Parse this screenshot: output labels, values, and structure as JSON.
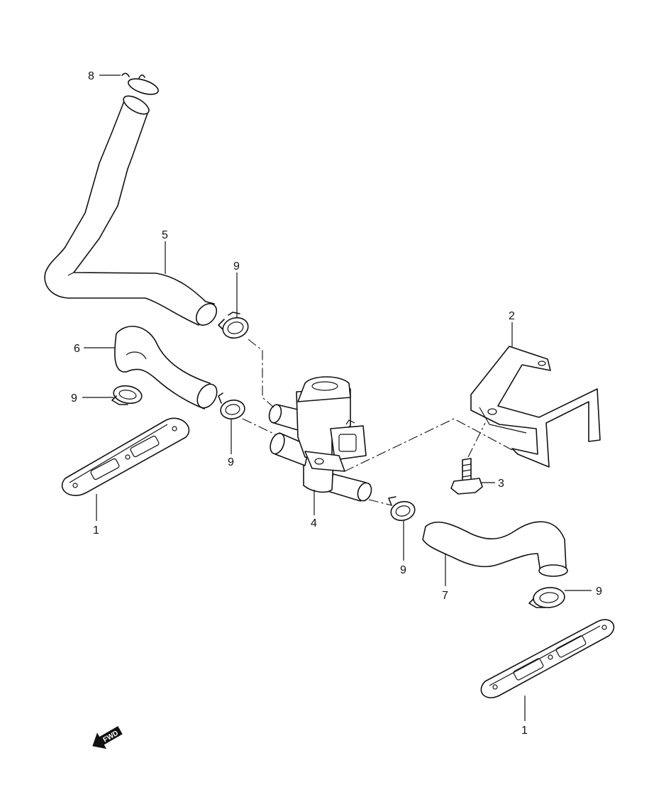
{
  "callouts": {
    "c1a": "1",
    "c1b": "1",
    "c2": "2",
    "c3": "3",
    "c4": "4",
    "c5": "5",
    "c6": "6",
    "c7": "7",
    "c8": "8",
    "c9a": "9",
    "c9b": "9",
    "c9c": "9",
    "c9d": "9",
    "c9e": "9"
  },
  "fwd_arrow": {
    "label": "FWD",
    "icon": "forward-direction-arrow-icon"
  },
  "colors": {
    "line": "#111111",
    "background": "#ffffff"
  }
}
